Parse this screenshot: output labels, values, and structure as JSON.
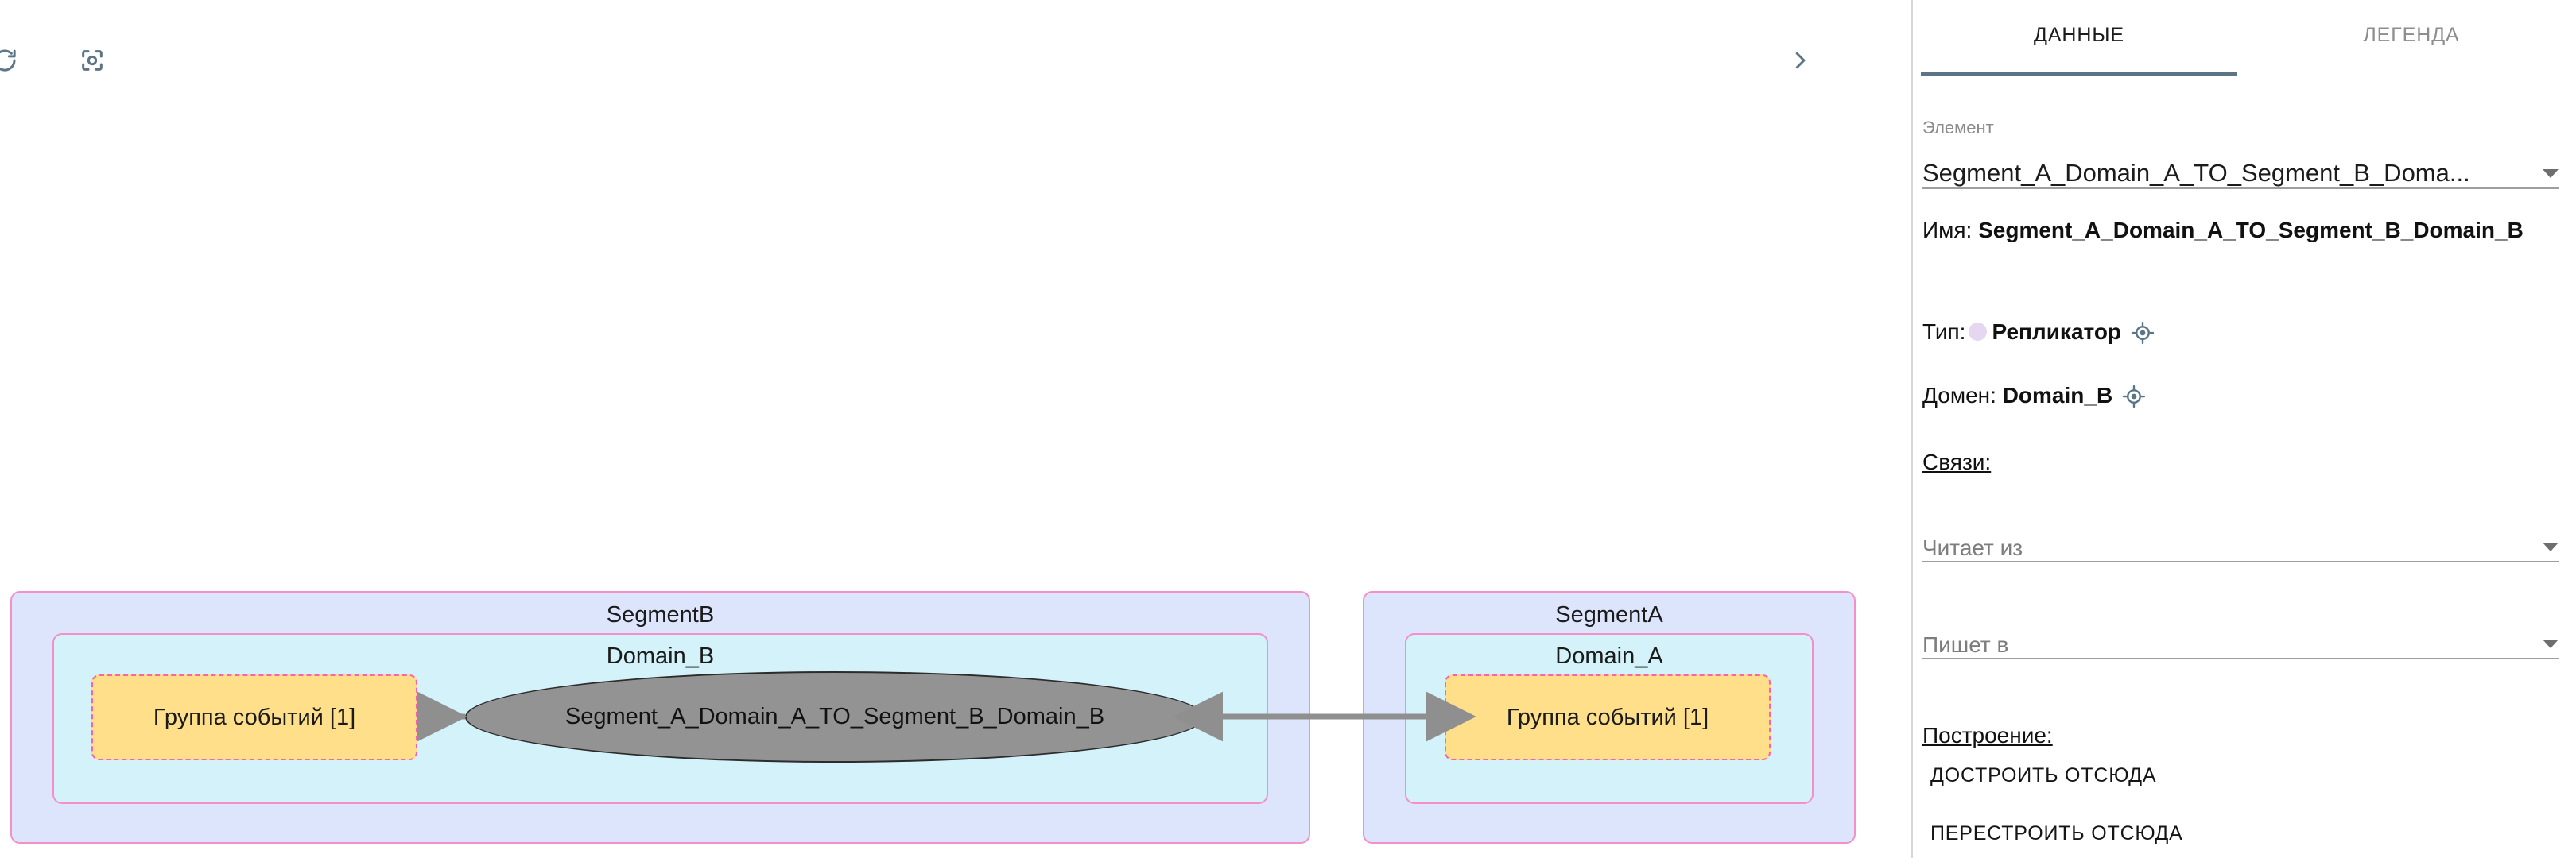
{
  "canvas": {
    "toolbar": {
      "refresh_icon": "refresh-icon",
      "center_focus_icon": "center-focus-icon",
      "expand_icon": "chevron-right-icon"
    },
    "segments": [
      {
        "id": "segmentB",
        "title": "SegmentB",
        "domain": {
          "title": "Domain_B",
          "nodes": [
            {
              "label": "Группа событий [1]",
              "kind": "event-group"
            }
          ],
          "replicator": {
            "label": "Segment_A_Domain_A_TO_Segment_B_Domain_B",
            "kind": "replicator"
          }
        }
      },
      {
        "id": "segmentA",
        "title": "SegmentA",
        "domain": {
          "title": "Domain_A",
          "nodes": [
            {
              "label": "Группа событий [1]",
              "kind": "event-group"
            }
          ]
        }
      }
    ],
    "edges": [
      {
        "from": "replicator",
        "to": "event-group-B",
        "style": "arrow-left"
      },
      {
        "from": "replicator",
        "to": "event-group-A",
        "style": "arrow-both"
      }
    ]
  },
  "panel": {
    "tabs": [
      {
        "label": "ДАННЫЕ",
        "active": true
      },
      {
        "label": "ЛЕГЕНДА",
        "active": false
      }
    ],
    "element_select": {
      "label": "Элемент",
      "value": "Segment_A_Domain_A_TO_Segment_B_Doma...",
      "caret_icon": "chevron-down-icon"
    },
    "details": {
      "name_label": "Имя:",
      "name_value": "Segment_A_Domain_A_TO_Segment_B_Domain_B",
      "type_label": "Тип:",
      "type_value": "Репликатор",
      "type_color": "#e4d7ef",
      "type_locate_icon": "locate-target-icon",
      "domain_label": "Домен:",
      "domain_value": "Domain_B",
      "domain_locate_icon": "locate-target-icon"
    },
    "links_section": {
      "heading": "Связи:",
      "reads_from": {
        "placeholder": "Читает из",
        "caret_icon": "chevron-down-icon"
      },
      "writes_to": {
        "placeholder": "Пишет в",
        "caret_icon": "chevron-down-icon"
      }
    },
    "build_section": {
      "heading": "Построение:",
      "actions": [
        "ДОСТРОИТЬ ОТСЮДА",
        "ПЕРЕСТРОИТЬ ОТСЮДА"
      ]
    }
  },
  "colors": {
    "accent": "#5b7586",
    "segment_fill": "#dce5fb",
    "domain_fill": "#d3f2fa",
    "container_border": "#f48fc8",
    "node_fill": "#ffdf8a",
    "node_border": "#f862b0",
    "replicator_fill": "#939393",
    "edge": "#8f8f8f"
  }
}
